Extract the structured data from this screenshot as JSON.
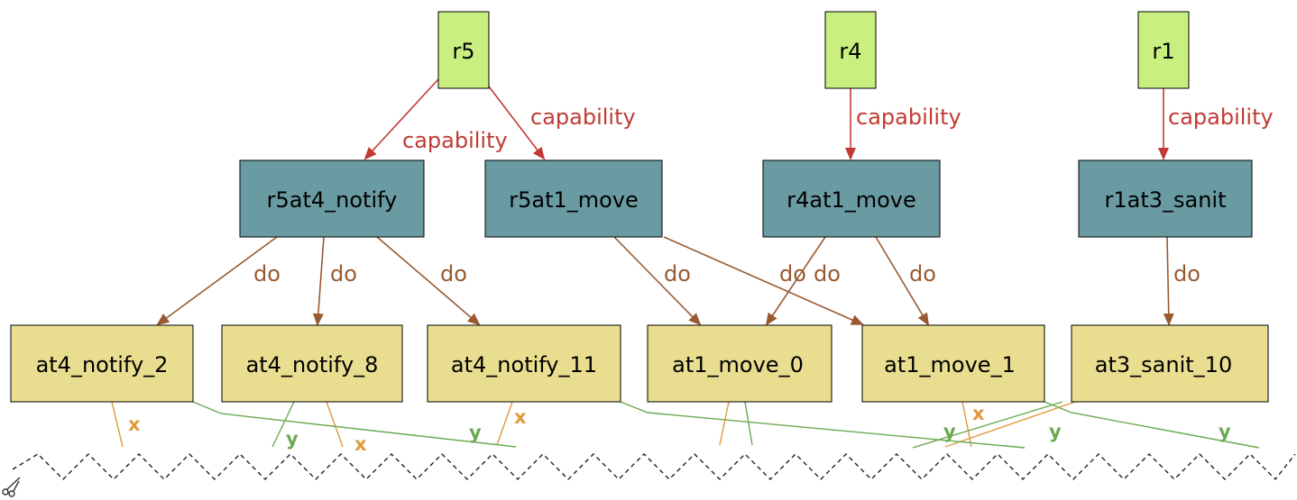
{
  "colors": {
    "role_fill": "#c8ef80",
    "assign_fill": "#6a9ba3",
    "action_fill": "#e9dd8f",
    "capability_edge": "#c13a33",
    "do_edge": "#985a31",
    "x_edge": "#e09a3c",
    "y_edge": "#6aaa50"
  },
  "roles": {
    "r5": "r5",
    "r4": "r4",
    "r1": "r1"
  },
  "assignments": {
    "r5at4_notify": "r5at4_notify",
    "r5at1_move": "r5at1_move",
    "r4at1_move": "r4at1_move",
    "r1at3_sanit": "r1at3_sanit"
  },
  "actions": {
    "at4_notify_2": "at4_notify_2",
    "at4_notify_8": "at4_notify_8",
    "at4_notify_11": "at4_notify_11",
    "at1_move_0": "at1_move_0",
    "at1_move_1": "at1_move_1",
    "at3_sanit_10": "at3_sanit_10"
  },
  "edge_labels": {
    "capability": "capability",
    "do": "do",
    "x": "x",
    "y": "y"
  },
  "edges": {
    "capability": [
      {
        "from": "r5",
        "to": "r5at4_notify"
      },
      {
        "from": "r5",
        "to": "r5at1_move"
      },
      {
        "from": "r4",
        "to": "r4at1_move"
      },
      {
        "from": "r1",
        "to": "r1at3_sanit"
      }
    ],
    "do": [
      {
        "from": "r5at4_notify",
        "to": "at4_notify_2"
      },
      {
        "from": "r5at4_notify",
        "to": "at4_notify_8"
      },
      {
        "from": "r5at4_notify",
        "to": "at4_notify_11"
      },
      {
        "from": "r5at1_move",
        "to": "at1_move_0"
      },
      {
        "from": "r5at1_move",
        "to": "at1_move_1"
      },
      {
        "from": "r4at1_move",
        "to": "at1_move_0"
      },
      {
        "from": "r4at1_move",
        "to": "at1_move_1"
      },
      {
        "from": "r1at3_sanit",
        "to": "at3_sanit_10"
      }
    ]
  }
}
